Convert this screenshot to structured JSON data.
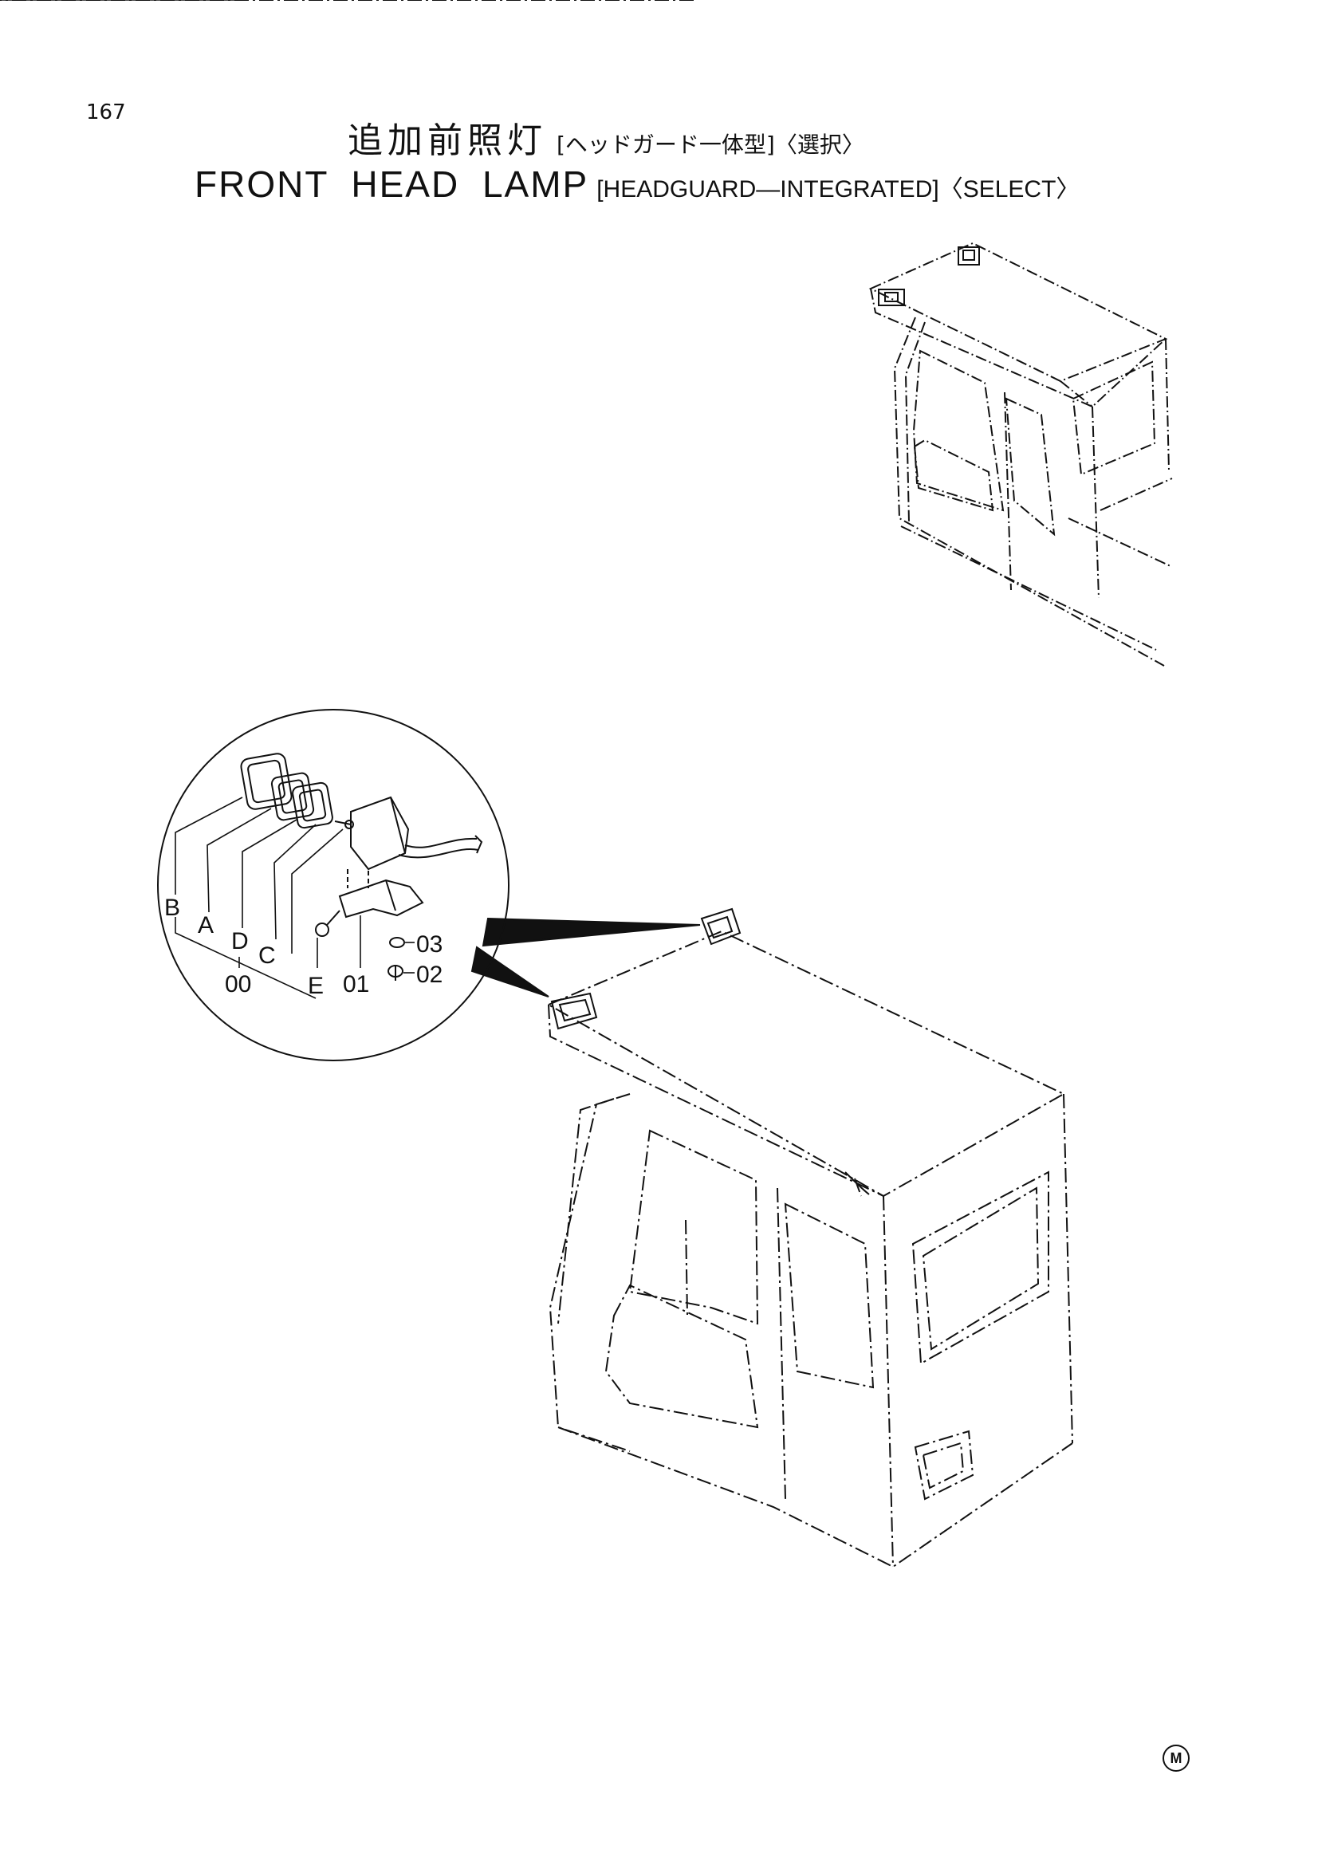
{
  "page": {
    "number": "167"
  },
  "title": {
    "jp_main": "追加前照灯",
    "jp_sub": "[ヘッドガード一体型]〈選択〉",
    "en_main": "FRONT HEAD LAMP",
    "en_sub": "[HEADGUARD—INTEGRATED]〈SELECT〉"
  },
  "callouts": {
    "B": "B",
    "A": "A",
    "D": "D",
    "C": "C",
    "E": "E",
    "p00": "00",
    "p01": "01",
    "p02": "02",
    "p03": "03"
  },
  "footer": {
    "mark": "M"
  }
}
